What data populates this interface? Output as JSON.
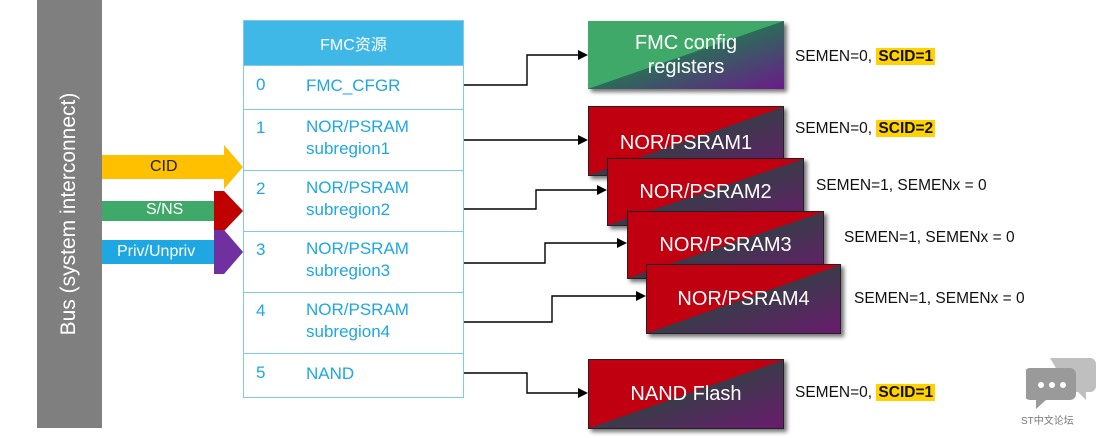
{
  "bus": {
    "label": "Bus (system interconnect)"
  },
  "signals": [
    {
      "label": "CID",
      "color": "#ffc000"
    },
    {
      "label": "S/NS",
      "color": "#c00000"
    },
    {
      "label": "Priv/Unpriv",
      "color": "#7030a0"
    }
  ],
  "table": {
    "header": "FMC资源",
    "rows": [
      {
        "index": "0",
        "line1": "FMC_CFGR",
        "line2": ""
      },
      {
        "index": "1",
        "line1": "NOR/PSRAM",
        "line2": "subregion1"
      },
      {
        "index": "2",
        "line1": "NOR/PSRAM",
        "line2": "subregion2"
      },
      {
        "index": "3",
        "line1": "NOR/PSRAM",
        "line2": "subregion3"
      },
      {
        "index": "4",
        "line1": "NOR/PSRAM",
        "line2": "subregion4"
      },
      {
        "index": "5",
        "line1": "NAND",
        "line2": ""
      }
    ]
  },
  "targets": [
    {
      "line1": "FMC config",
      "line2": "registers"
    },
    {
      "line1": "NOR/PSRAM1",
      "line2": ""
    },
    {
      "line1": "NOR/PSRAM2",
      "line2": ""
    },
    {
      "line1": "NOR/PSRAM3",
      "line2": ""
    },
    {
      "line1": "NOR/PSRAM4",
      "line2": ""
    },
    {
      "line1": "NAND Flash",
      "line2": ""
    }
  ],
  "notes": [
    {
      "text": "SEMEN=0, ",
      "highlight": "SCID=1"
    },
    {
      "text": "SEMEN=0, ",
      "highlight": "SCID=2"
    },
    {
      "text": "SEMEN=1,  SEMENx = 0",
      "highlight": ""
    },
    {
      "text": "SEMEN=1,  SEMENx = 0",
      "highlight": ""
    },
    {
      "text": "SEMEN=1, SEMENx = 0",
      "highlight": ""
    },
    {
      "text": "SEMEN=0, ",
      "highlight": "SCID=1"
    }
  ],
  "watermark": {
    "text": "ST中文论坛",
    "icon": "chat-bubble-icon"
  }
}
